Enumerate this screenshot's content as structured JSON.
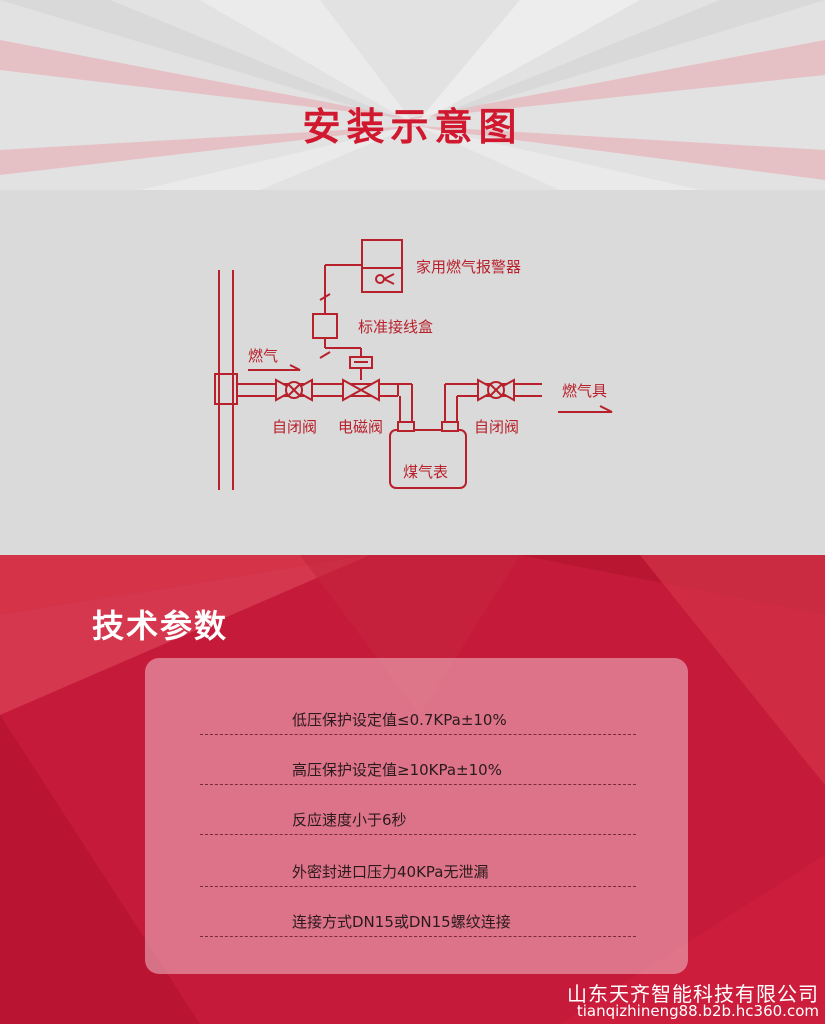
{
  "header": {
    "title": "安装示意图"
  },
  "diagram": {
    "labels": {
      "alarm": "家用燃气报警器",
      "junction_box": "标准接线盒",
      "gas_in": "燃气",
      "self_close_valve_left": "自闭阀",
      "solenoid_valve": "电磁阀",
      "self_close_valve_right": "自闭阀",
      "gas_meter": "煤气表",
      "appliance": "燃气具"
    },
    "line_color": "#b8202b"
  },
  "tech": {
    "title": "技术参数",
    "params": [
      "低压保护设定值≤0.7KPa±10%",
      "高压保护设定值≥10KPa±10%",
      "反应速度小于6秒",
      "外密封进口压力40KPa无泄漏",
      "连接方式DN15或DN15螺纹连接"
    ]
  },
  "footer": {
    "company": "山东天齐智能科技有限公司",
    "domain": "tianqizhineng88.b2b.hc360.com"
  },
  "colors": {
    "accent_red": "#d0182f",
    "section_red": "#c51a3a"
  }
}
